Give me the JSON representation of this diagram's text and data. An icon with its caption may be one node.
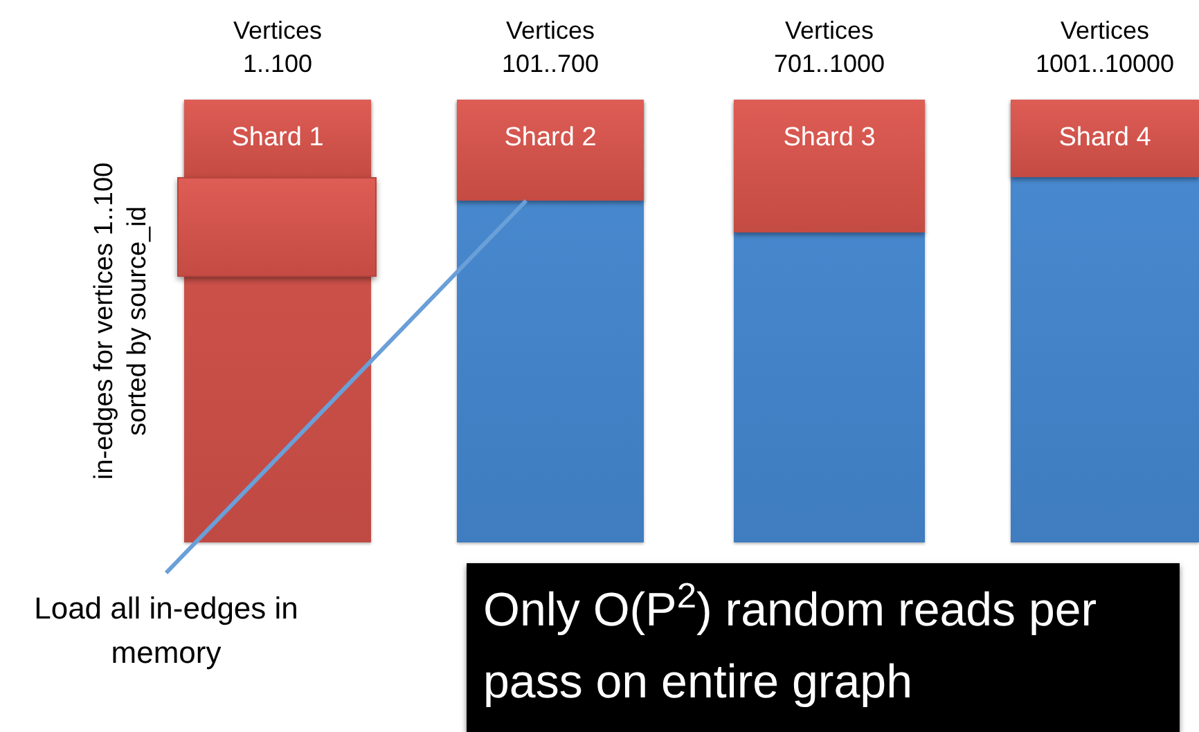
{
  "diagram": {
    "nodes": [
      {
        "text": [],
        "shape": "bar",
        "beside": [
          "Vertices 1..100"
        ]
      },
      {
        "text": [
          "Shard 1"
        ],
        "in": 0
      },
      {
        "text": [],
        "shape": "box",
        "in": 0
      },
      {
        "text": [],
        "shape": "bar",
        "beside": [
          "Vertices 101..700"
        ]
      },
      {
        "text": [
          "Shard 2"
        ],
        "in": 3
      },
      {
        "text": [],
        "shape": "bar",
        "beside": [
          "Vertices 701..1000"
        ]
      },
      {
        "text": [
          "Shard 3"
        ],
        "in": 5
      },
      {
        "text": [],
        "shape": "bar",
        "beside": [
          "Vertices 1001..10000"
        ]
      },
      {
        "text": [
          "Shard 4"
        ],
        "in": 7
      },
      {
        "text": [
          "Load all in-edges in memory"
        ]
      },
      {
        "text": [
          "Only O(P$^{2}$) random reads per pass on entire graph"
        ]
      }
    ],
    "edges": [
      {
        "from": 9,
        "to": 4,
        "arrow": "none"
      }
    ],
    "labels": [
      "in-edges for vertices 1..100 sorted by source_id"
    ]
  }
}
